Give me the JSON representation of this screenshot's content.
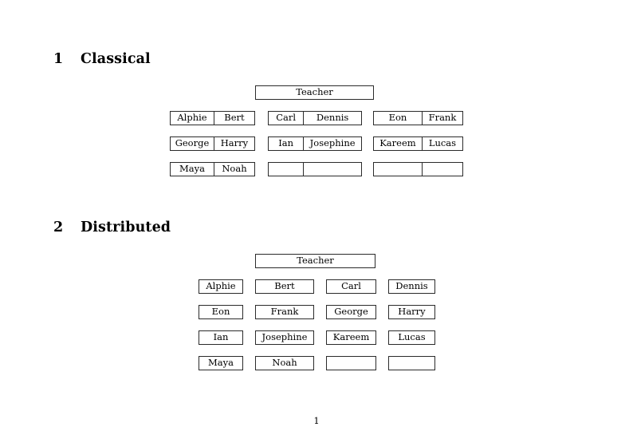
{
  "document": {
    "page_number": "1"
  },
  "sections": [
    {
      "number": "1",
      "title": "Classical",
      "figure": {
        "teacher_label": "Teacher",
        "groups": [
          {
            "rows": [
              {
                "cells": [
                  "Alphie",
                  "Bert"
                ]
              },
              {
                "cells": [
                  "George",
                  "Harry"
                ]
              },
              {
                "cells": [
                  "Maya",
                  "Noah"
                ]
              }
            ]
          },
          {
            "rows": [
              {
                "cells": [
                  "Carl",
                  "Dennis"
                ]
              },
              {
                "cells": [
                  "Ian",
                  "Josephine"
                ]
              },
              {
                "cells": [
                  "",
                  ""
                ]
              }
            ]
          },
          {
            "rows": [
              {
                "cells": [
                  "Eon",
                  "Frank"
                ]
              },
              {
                "cells": [
                  "Kareem",
                  "Lucas"
                ]
              },
              {
                "cells": [
                  "",
                  ""
                ]
              }
            ]
          }
        ]
      }
    },
    {
      "number": "2",
      "title": "Distributed",
      "figure": {
        "teacher_label": "Teacher",
        "rows": [
          {
            "cells": [
              "Alphie",
              "Bert",
              "Carl",
              "Dennis"
            ]
          },
          {
            "cells": [
              "Eon",
              "Frank",
              "George",
              "Harry"
            ]
          },
          {
            "cells": [
              "Ian",
              "Josephine",
              "Kareem",
              "Lucas"
            ]
          },
          {
            "cells": [
              "Maya",
              "Noah",
              "",
              ""
            ]
          }
        ]
      }
    }
  ]
}
